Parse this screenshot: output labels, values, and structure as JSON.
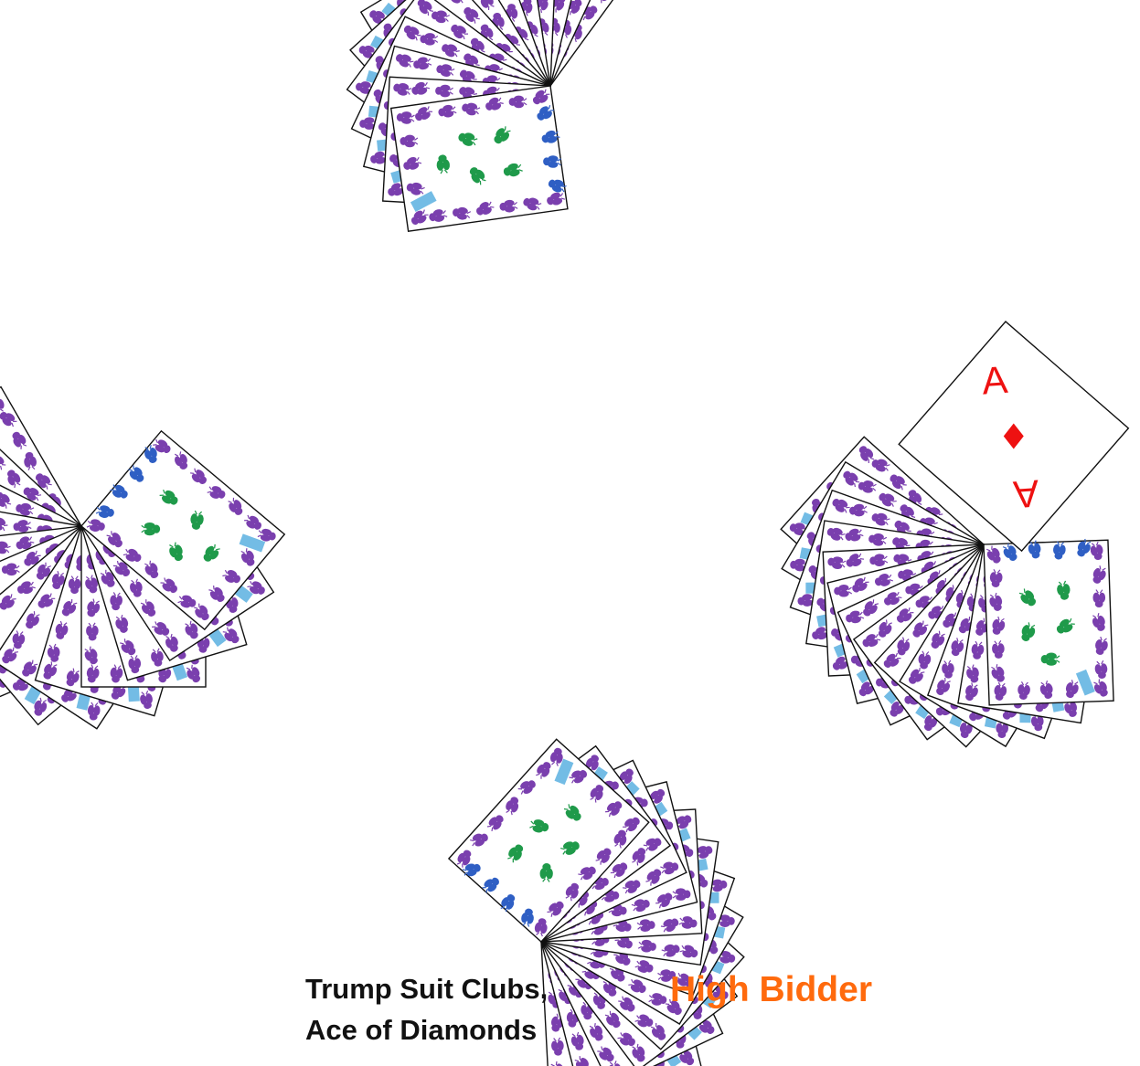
{
  "labels": {
    "trump_line_1": "Trump Suit Clubs,",
    "trump_line_2": "Ace of Diamonds",
    "high_bidder": "High Bidder"
  },
  "colors": {
    "trump_text": "#111111",
    "high_bidder_text": "#ff6a0d",
    "card_border": "#111111",
    "card_face": "#ffffff",
    "back_purple": "#7a3fae",
    "back_blue": "#2f5fc4",
    "back_green": "#1f9a4a",
    "back_tab": "#5ab0e0",
    "diamond_red": "#ee1111",
    "table_bg": "#ffffff"
  },
  "hands": [
    {
      "seat": "north",
      "card_count": 13,
      "card_back": "butterfly-pattern"
    },
    {
      "seat": "west",
      "card_count": 13,
      "card_back": "butterfly-pattern"
    },
    {
      "seat": "east",
      "card_count": 13,
      "card_back": "butterfly-pattern"
    },
    {
      "seat": "south",
      "card_count": 13,
      "card_back": "butterfly-pattern",
      "role": "High Bidder"
    }
  ],
  "face_up_card": {
    "seat": "east",
    "rank": "A",
    "suit": "diamonds",
    "suit_icon": "diamond-suit-icon"
  },
  "trump_suit": "clubs"
}
